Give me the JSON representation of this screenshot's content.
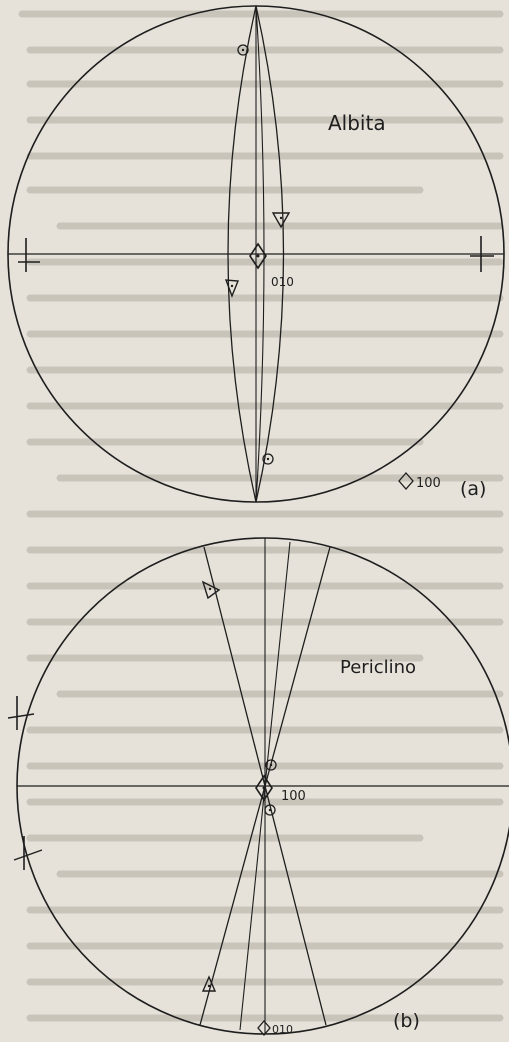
{
  "diagrams": [
    {
      "title": "Albita",
      "label": "(a)",
      "poles": [
        "010",
        "100"
      ]
    },
    {
      "title": "Periclino",
      "label": "(b)",
      "poles": [
        "100",
        "010"
      ]
    }
  ],
  "colors": {
    "ink": "#1e1e1e",
    "paper": "#e6e2d9",
    "faint_text": "#c9c4ba"
  },
  "symbols": [
    "circle-pole",
    "triangle-up-pole",
    "triangle-down-pole",
    "diamond-pole",
    "cross-tick"
  ]
}
